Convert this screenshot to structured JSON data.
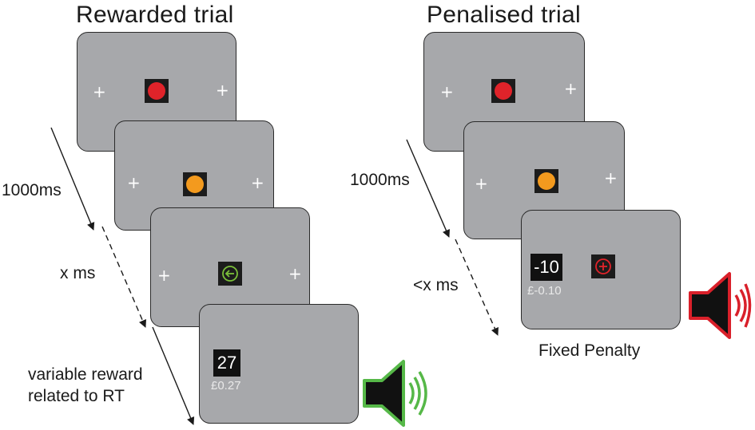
{
  "colors": {
    "screen": "#a7a8ab",
    "cue_red": "#e0232a",
    "cue_orange": "#f39a1e",
    "target_green": "#7bbf3a",
    "penalty_red": "#e0232a",
    "speaker_green": "#56b848",
    "speaker_red": "#d9202a"
  },
  "rewarded": {
    "title": "Rewarded trial",
    "label_1000": "1000ms",
    "label_x": "x ms",
    "label_reward_line1": "variable reward",
    "label_reward_line2": "related to RT",
    "score": "27",
    "money": "£0.27",
    "fixation": "+",
    "speaker_icon": "speaker-green-icon"
  },
  "penalised": {
    "title": "Penalised trial",
    "label_1000": "1000ms",
    "label_x": "<x ms",
    "label_penalty": "Fixed Penalty",
    "score": "-10",
    "money": "£-0.10",
    "fixation": "+",
    "speaker_icon": "speaker-red-icon"
  }
}
